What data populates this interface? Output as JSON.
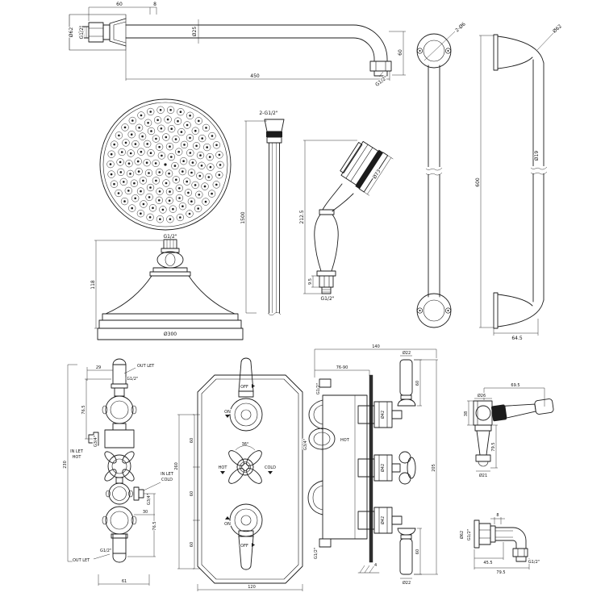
{
  "drawing": {
    "type": "technical-dimension-drawing",
    "subject": "traditional shower system components",
    "background_color": "#ffffff",
    "line_color": "#1b1b1b"
  },
  "labels": {
    "flange_width": "60",
    "flange_plate": "8",
    "flange_dia": "Ø62",
    "flange_thread": "G1/2\"",
    "arm_dia": "Ø25",
    "arm_length": "450",
    "arm_drop": "60",
    "arm_thread": "G1/2\"",
    "rail_holes": "2-Ø6",
    "rail_flange_dia": "Ø62",
    "rail_tube_dia": "Ø19",
    "rail_length": "600",
    "rail_foot": "64.5",
    "head_thread": "G1/2\"",
    "head_height": "118",
    "head_dia": "Ø300",
    "hose_threads": "2-G1/2\"",
    "hose_length": "1500",
    "hand_height": "212.5",
    "hand_head_dia": "Ø73",
    "hand_nut": "9.5",
    "hand_thread": "G1/2\"",
    "ev_offset": "29",
    "ev_outlet_top": "OUT LET",
    "ev_outlet_top_thread": "G1/2\"",
    "ev_centres_top": "76.5",
    "ev_hot_thread": "G3/4\"",
    "ev_inlet_line1": "IN LET",
    "ev_inlet_hot": "HOT",
    "ev_height": "230",
    "ev_inlet_line2": "IN LET",
    "ev_inlet_cold": "COLD",
    "ev_cold_thread": "G3/4\"",
    "ev_step": "30",
    "ev_centres_bot": "76.5",
    "ev_outlet_bot": "OUT LET",
    "ev_outlet_bot_thread": "G1/2\"",
    "ev_width": "61",
    "pl_off_top": "OFF",
    "pl_on_top": "ON",
    "pl_angle": "36°",
    "pl_hot": "HOT",
    "pl_cold": "COLD",
    "pl_on_bot": "ON",
    "pl_off_bot": "OFF",
    "pl_seg1": "60",
    "pl_seg2": "60",
    "pl_seg3": "60",
    "pl_overall": "260",
    "pl_width": "120",
    "cv_width": "140",
    "cv_depth": "76-90",
    "cv_top_thread": "G1/2\"",
    "cv_lever_dia_top": "Ø22",
    "cv_lever_len_top": "60",
    "cv_cart1": "Ø42",
    "cv_cart2": "Ø42",
    "cv_cart3": "Ø42",
    "cv_hot": "HOT",
    "cv_inlet_thread": "G3/4\"",
    "cv_height": "205",
    "cv_plate_t": "4",
    "cv_bot_thread": "G1/2\"",
    "cv_lever_len_bot": "60",
    "cv_lever_dia_bot": "Ø22",
    "lv_length": "69.5",
    "lv_boss": "Ø26",
    "lv_body": "38",
    "lv_height": "79.5",
    "lv_skirt": "Ø21",
    "el_plate": "8",
    "el_flange_dia": "Ø62",
    "el_wall_thread": "G1/2\"",
    "el_proj": "45.5",
    "el_total": "79.5",
    "el_out_thread": "G1/2\""
  }
}
